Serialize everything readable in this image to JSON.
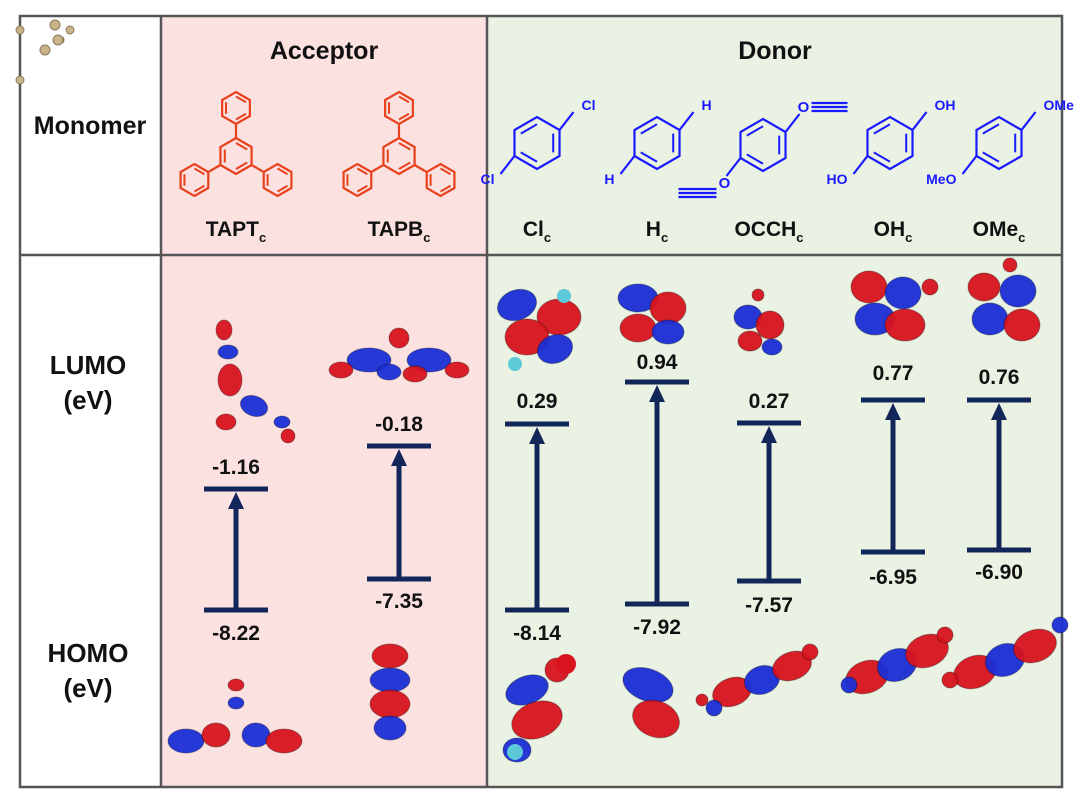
{
  "header": {
    "monomer_label": "Monomer",
    "acceptor_label": "Acceptor",
    "donor_label": "Donor"
  },
  "rows": {
    "lumo_label": [
      "LUMO",
      "(eV)"
    ],
    "homo_label": [
      "HOMO",
      "(eV)"
    ]
  },
  "colors": {
    "acceptor_bg": "#fbe2e0",
    "donor_bg": "#e9f2e3",
    "acceptor_text": "#e8401c",
    "donor_text": "#1a1aff",
    "level_line": "#12265a",
    "grid_line": "#555555",
    "orbital_red": "#d8141e",
    "orbital_blue": "#1b2fd6"
  },
  "monomers": [
    {
      "id": "taptc",
      "name": "TAPT",
      "sub": "c",
      "group": "acceptor",
      "structure_labels": [],
      "lumo": -1.16,
      "homo": -8.22
    },
    {
      "id": "tapbc",
      "name": "TAPB",
      "sub": "c",
      "group": "acceptor",
      "structure_labels": [],
      "lumo": -0.18,
      "homo": -7.35
    },
    {
      "id": "clc",
      "name": "Cl",
      "sub": "c",
      "group": "donor",
      "structure_labels": [
        "Cl",
        "Cl"
      ],
      "lumo": 0.29,
      "homo": -8.14
    },
    {
      "id": "hc",
      "name": "H",
      "sub": "c",
      "group": "donor",
      "structure_labels": [
        "H",
        "H"
      ],
      "lumo": 0.94,
      "homo": -7.92
    },
    {
      "id": "occhc",
      "name": "OCCH",
      "sub": "c",
      "group": "donor",
      "structure_labels": [
        "O",
        "O"
      ],
      "lumo": 0.27,
      "homo": -7.57
    },
    {
      "id": "ohc",
      "name": "OH",
      "sub": "c",
      "group": "donor",
      "structure_labels": [
        "OH",
        "HO"
      ],
      "lumo": 0.77,
      "homo": -6.95
    },
    {
      "id": "omec",
      "name": "OMe",
      "sub": "c",
      "group": "donor",
      "structure_labels": [
        "OMe",
        "MeO"
      ],
      "lumo": 0.76,
      "homo": -6.9
    }
  ],
  "chart_data": {
    "type": "energy-level-diagram",
    "ylabel": "eV",
    "series": [
      {
        "name": "LUMO",
        "values": [
          -1.16,
          -0.18,
          0.29,
          0.94,
          0.27,
          0.77,
          0.76
        ]
      },
      {
        "name": "HOMO",
        "values": [
          -8.22,
          -7.35,
          -8.14,
          -7.92,
          -7.57,
          -6.95,
          -6.9
        ]
      }
    ],
    "categories": [
      "TAPTc",
      "TAPBc",
      "Clc",
      "Hc",
      "OCCHc",
      "OHc",
      "OMec"
    ],
    "ylim": [
      -8.3,
      1.0
    ]
  }
}
